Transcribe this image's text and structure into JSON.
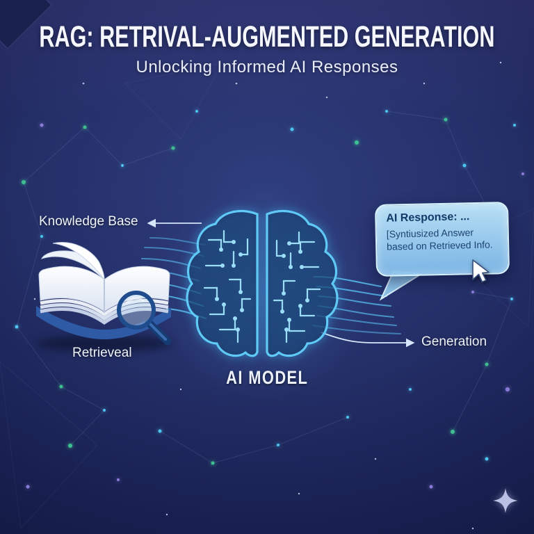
{
  "header": {
    "title": "RAG: RETRIVAL-AUGMENTED GENERATION",
    "subtitle": "Unlocking Informed AI Responses"
  },
  "labels": {
    "knowledge_base": "Knowledge Base",
    "retrieval": "Retrieveal",
    "ai_model": "AI MODEL",
    "generation": "Generation"
  },
  "bubble": {
    "title": "AI Response: ...",
    "body_line1": "[Syntiusized Answer",
    "body_line2": "based on Retrieved Info."
  },
  "icons": {
    "book": "open-book",
    "magnifier": "magnifying-glass",
    "brain": "circuit-brain",
    "cursor": "mouse-pointer",
    "sparkle": "four-point-star",
    "corner": "diamond"
  },
  "colors": {
    "accent_cyan": "#5fcaf5",
    "trace_cyan": "#9adef8",
    "bubble_fill_top": "#bce4f9",
    "bubble_fill_bottom": "#7ebae9",
    "bubble_text": "#133a68",
    "background_top": "#2f3e7e",
    "background_bottom": "#0c1233",
    "dot_green": "#3fbf8f",
    "dot_cyan": "#4ec3ee",
    "dot_purple": "#8a7bd8",
    "text_white": "#f5f7fd"
  }
}
